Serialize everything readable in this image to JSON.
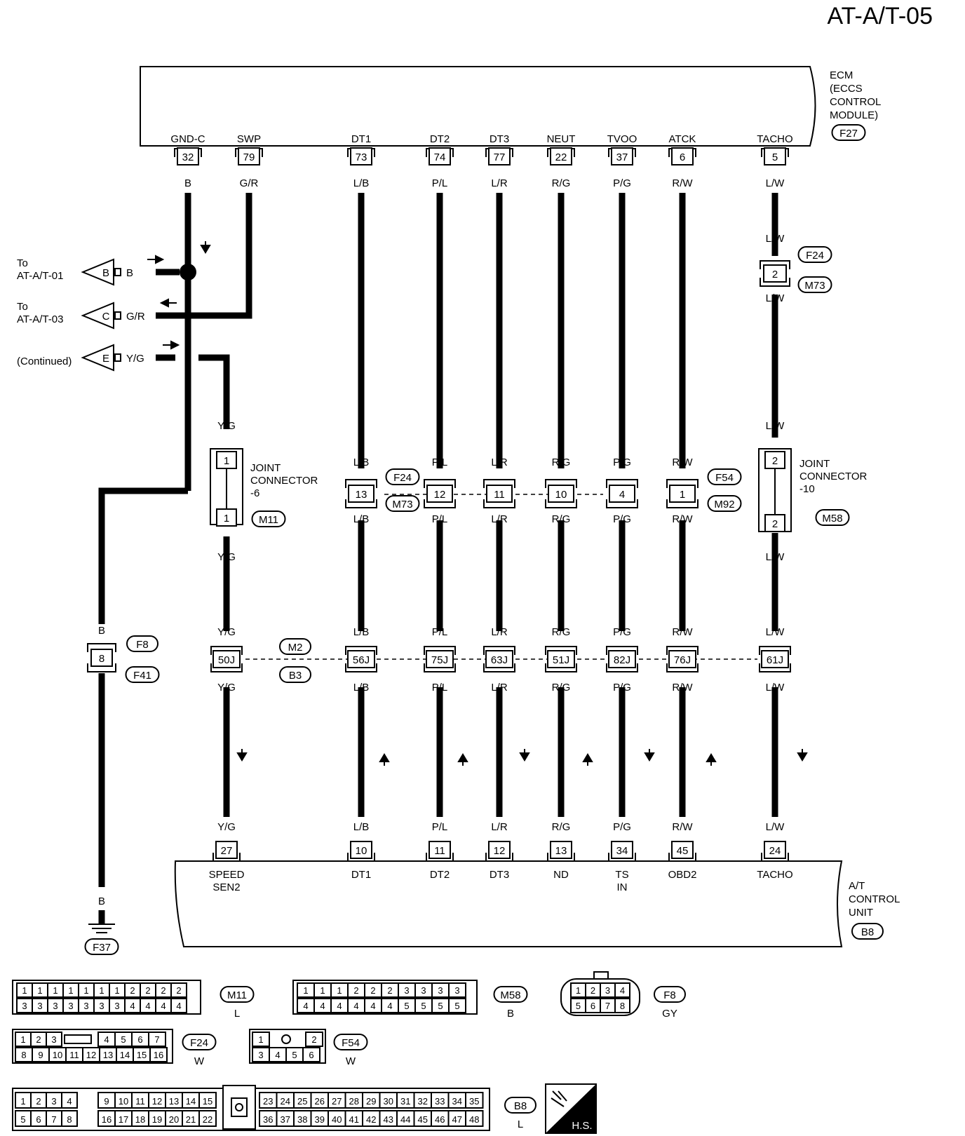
{
  "page_code": "AT-A/T-05",
  "ecm": {
    "label_lines": [
      "ECM",
      "(ECCS",
      "CONTROL",
      "MODULE)"
    ],
    "connector": "F27",
    "terminals": [
      {
        "name": "GND-C",
        "pin": "32",
        "color": "B"
      },
      {
        "name": "SWP",
        "pin": "79",
        "color": "G/R"
      },
      {
        "name": "DT1",
        "pin": "73",
        "color": "L/B"
      },
      {
        "name": "DT2",
        "pin": "74",
        "color": "P/L"
      },
      {
        "name": "DT3",
        "pin": "77",
        "color": "L/R"
      },
      {
        "name": "NEUT",
        "pin": "22",
        "color": "R/G"
      },
      {
        "name": "TVOO",
        "pin": "37",
        "color": "P/G"
      },
      {
        "name": "ATCK",
        "pin": "6",
        "color": "R/W"
      },
      {
        "name": "TACHO",
        "pin": "5",
        "color": "L/W"
      }
    ]
  },
  "offpage": [
    {
      "to_line1": "To",
      "to_line2": "AT-A/T-01",
      "letter": "B",
      "color": "B"
    },
    {
      "to_line1": "To",
      "to_line2": "AT-A/T-03",
      "letter": "C",
      "color": "G/R"
    },
    {
      "to_line1": "",
      "to_line2": "(Continued)",
      "letter": "E",
      "color": "Y/G"
    }
  ],
  "tacho_inline": {
    "pin": "2",
    "color_top": "L/W",
    "color_bottom": "L/W",
    "conn_a": "F24",
    "conn_b": "M73"
  },
  "joint6": {
    "lines": [
      "JOINT",
      "CONNECTOR",
      "-6"
    ],
    "pin_top": "1",
    "pin_bottom": "1",
    "connector": "M11",
    "color": "Y/G"
  },
  "joint10": {
    "lines": [
      "JOINT",
      "CONNECTOR",
      "-10"
    ],
    "pin_top": "2",
    "pin_bottom": "2",
    "connector": "M58",
    "color": "L/W"
  },
  "row1": {
    "conn_left_a": "F24",
    "conn_left_b": "M73",
    "conn_right_a": "F54",
    "conn_right_b": "M92",
    "pins": [
      {
        "pin": "13",
        "color": "L/B"
      },
      {
        "pin": "12",
        "color": "P/L"
      },
      {
        "pin": "11",
        "color": "L/R"
      },
      {
        "pin": "10",
        "color": "R/G"
      },
      {
        "pin": "4",
        "color": "P/G"
      },
      {
        "pin": "1",
        "color": "R/W"
      }
    ]
  },
  "ground_inline": {
    "pin": "8",
    "color": "B",
    "conn_a": "F8",
    "conn_b": "F41"
  },
  "row2": {
    "conn_a": "M2",
    "conn_b": "B3",
    "pins": [
      {
        "pin": "50J",
        "color": "Y/G"
      },
      {
        "pin": "56J",
        "color": "L/B"
      },
      {
        "pin": "75J",
        "color": "P/L"
      },
      {
        "pin": "63J",
        "color": "L/R"
      },
      {
        "pin": "51J",
        "color": "R/G"
      },
      {
        "pin": "82J",
        "color": "P/G"
      },
      {
        "pin": "76J",
        "color": "R/W"
      },
      {
        "pin": "61J",
        "color": "L/W"
      }
    ]
  },
  "tcu": {
    "label_lines": [
      "A/T",
      "CONTROL",
      "UNIT"
    ],
    "connector": "B8",
    "terminals": [
      {
        "pin": "27",
        "color": "Y/G",
        "name1": "SPEED",
        "name2": "SEN2"
      },
      {
        "pin": "10",
        "color": "L/B",
        "name1": "DT1",
        "name2": ""
      },
      {
        "pin": "11",
        "color": "P/L",
        "name1": "DT2",
        "name2": ""
      },
      {
        "pin": "12",
        "color": "L/R",
        "name1": "DT3",
        "name2": ""
      },
      {
        "pin": "13",
        "color": "R/G",
        "name1": "ND",
        "name2": ""
      },
      {
        "pin": "34",
        "color": "P/G",
        "name1": "TS",
        "name2": "IN"
      },
      {
        "pin": "45",
        "color": "R/W",
        "name1": "OBD2",
        "name2": ""
      },
      {
        "pin": "24",
        "color": "L/W",
        "name1": "TACHO",
        "name2": ""
      }
    ]
  },
  "ground": {
    "color": "B",
    "connector": "F37"
  },
  "connector_views": {
    "M11": {
      "id": "M11",
      "color": "L",
      "top": [
        "1",
        "1",
        "1",
        "1",
        "1",
        "1",
        "1",
        "2",
        "2",
        "2",
        "2"
      ],
      "bottom": [
        "3",
        "3",
        "3",
        "3",
        "3",
        "3",
        "3",
        "4",
        "4",
        "4",
        "4"
      ]
    },
    "M58": {
      "id": "M58",
      "color": "B",
      "top": [
        "1",
        "1",
        "1",
        "2",
        "2",
        "2",
        "3",
        "3",
        "3",
        "3"
      ],
      "bottom": [
        "4",
        "4",
        "4",
        "4",
        "4",
        "4",
        "5",
        "5",
        "5",
        "5"
      ]
    },
    "F8": {
      "id": "F8",
      "color": "GY",
      "top": [
        "1",
        "2",
        "3",
        "4"
      ],
      "bottom": [
        "5",
        "6",
        "7",
        "8"
      ]
    },
    "F24": {
      "id": "F24",
      "color": "W",
      "top": [
        "1",
        "2",
        "3",
        "4",
        "5",
        "6",
        "7"
      ],
      "bottom": [
        "8",
        "9",
        "10",
        "11",
        "12",
        "13",
        "14",
        "15",
        "16"
      ]
    },
    "F54": {
      "id": "F54",
      "color": "W",
      "top": [
        "1",
        "2"
      ],
      "bottom": [
        "3",
        "4",
        "5",
        "6"
      ]
    },
    "B8": {
      "id": "B8",
      "color": "L",
      "top_left": [
        "1",
        "2",
        "3",
        "4"
      ],
      "top_mid": [
        "9",
        "10",
        "11",
        "12",
        "13",
        "14",
        "15"
      ],
      "top_right": [
        "23",
        "24",
        "25",
        "26",
        "27",
        "28",
        "29",
        "30",
        "31",
        "32",
        "33",
        "34",
        "35"
      ],
      "bot_left": [
        "5",
        "6",
        "7",
        "8"
      ],
      "bot_mid": [
        "16",
        "17",
        "18",
        "19",
        "20",
        "21",
        "22"
      ],
      "bot_right": [
        "36",
        "37",
        "38",
        "39",
        "40",
        "41",
        "42",
        "43",
        "44",
        "45",
        "46",
        "47",
        "48"
      ]
    }
  },
  "hs_badge": "H.S."
}
